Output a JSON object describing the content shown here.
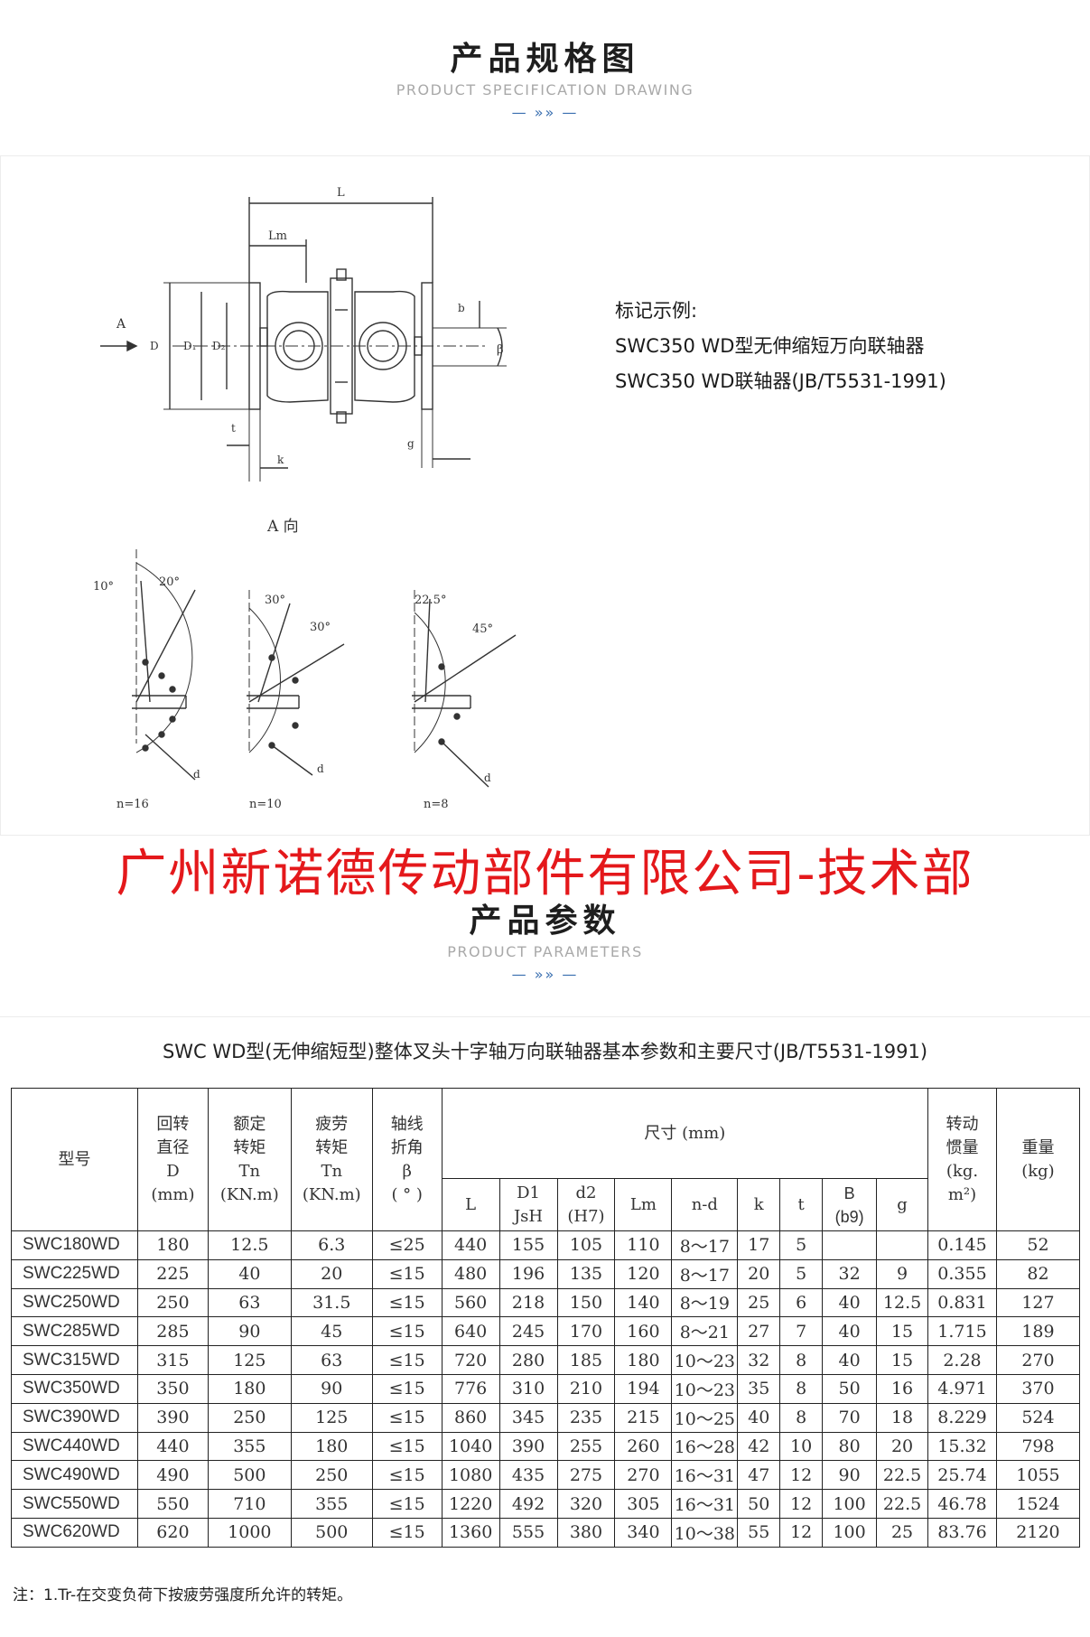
{
  "section1": {
    "title": "产品规格图",
    "subtitle": "PRODUCT SPECIFICATION DRAWING",
    "deco": "— »» —"
  },
  "drawing": {
    "labels": {
      "L": "L",
      "Lm": "Lm",
      "A": "A",
      "D": "D",
      "D1": "D₁",
      "d2": "D₂",
      "b": "b",
      "beta": "β",
      "t": "t",
      "k": "k",
      "g": "g",
      "view": "A  向",
      "ang10": "10°",
      "ang20": "20°",
      "ang30a": "30°",
      "ang30b": "30°",
      "ang225": "22.5°",
      "ang45": "45°",
      "d": "d",
      "D1small": "D₁",
      "n16": "n=16",
      "n10": "n=10",
      "n8": "n=8"
    },
    "example": {
      "heading": "标记示例:",
      "line1": "SWC350 WD型无伸缩短万向联轴器",
      "line2": "SWC350 WD联轴器(JB/T5531-1991)"
    }
  },
  "company": "广州新诺德传动部件有限公司-技术部",
  "section2": {
    "title": "产品参数",
    "subtitle": "PRODUCT PARAMETERS",
    "deco": "— »» —"
  },
  "table": {
    "title": "SWC  WD型(无伸缩短型)整体叉头十字轴万向联轴器基本参数和主要尺寸(JB/T5531-1991)",
    "headers": {
      "model": "型号",
      "dia": [
        "回转",
        "直径",
        "D",
        "(mm)"
      ],
      "rated": [
        "额定",
        "转矩",
        "Tn",
        "(KN.m)"
      ],
      "fatigue": [
        "疲劳",
        "转矩",
        "Tn",
        "(KN.m)"
      ],
      "angle": [
        "轴线",
        "折角",
        "β",
        "( ° )"
      ],
      "dims": "尺寸 (mm)",
      "inertia": [
        "转动",
        "惯量",
        "(kg.",
        "m²)"
      ],
      "weight": [
        "重量",
        "(kg)"
      ],
      "sub": [
        "L",
        "D1 JsH",
        "d2 (H7)",
        "Lm",
        "n-d",
        "k",
        "t",
        "B (b9)",
        "g"
      ]
    },
    "rows": [
      [
        "SWC180WD",
        "180",
        "12.5",
        "6.3",
        "≤25",
        "440",
        "155",
        "105",
        "110",
        "8～17",
        "17",
        "5",
        "",
        "",
        "0.145",
        "52"
      ],
      [
        "SWC225WD",
        "225",
        "40",
        "20",
        "≤15",
        "480",
        "196",
        "135",
        "120",
        "8～17",
        "20",
        "5",
        "32",
        "9",
        "0.355",
        "82"
      ],
      [
        "SWC250WD",
        "250",
        "63",
        "31.5",
        "≤15",
        "560",
        "218",
        "150",
        "140",
        "8～19",
        "25",
        "6",
        "40",
        "12.5",
        "0.831",
        "127"
      ],
      [
        "SWC285WD",
        "285",
        "90",
        "45",
        "≤15",
        "640",
        "245",
        "170",
        "160",
        "8～21",
        "27",
        "7",
        "40",
        "15",
        "1.715",
        "189"
      ],
      [
        "SWC315WD",
        "315",
        "125",
        "63",
        "≤15",
        "720",
        "280",
        "185",
        "180",
        "10～23",
        "32",
        "8",
        "40",
        "15",
        "2.28",
        "270"
      ],
      [
        "SWC350WD",
        "350",
        "180",
        "90",
        "≤15",
        "776",
        "310",
        "210",
        "194",
        "10～23",
        "35",
        "8",
        "50",
        "16",
        "4.971",
        "370"
      ],
      [
        "SWC390WD",
        "390",
        "250",
        "125",
        "≤15",
        "860",
        "345",
        "235",
        "215",
        "10～25",
        "40",
        "8",
        "70",
        "18",
        "8.229",
        "524"
      ],
      [
        "SWC440WD",
        "440",
        "355",
        "180",
        "≤15",
        "1040",
        "390",
        "255",
        "260",
        "16～28",
        "42",
        "10",
        "80",
        "20",
        "15.32",
        "798"
      ],
      [
        "SWC490WD",
        "490",
        "500",
        "250",
        "≤15",
        "1080",
        "435",
        "275",
        "270",
        "16～31",
        "47",
        "12",
        "90",
        "22.5",
        "25.74",
        "1055"
      ],
      [
        "SWC550WD",
        "550",
        "710",
        "355",
        "≤15",
        "1220",
        "492",
        "320",
        "305",
        "16～31",
        "50",
        "12",
        "100",
        "22.5",
        "46.78",
        "1524"
      ],
      [
        "SWC620WD",
        "620",
        "1000",
        "500",
        "≤15",
        "1360",
        "555",
        "380",
        "340",
        "10～38",
        "55",
        "12",
        "100",
        "25",
        "83.76",
        "2120"
      ]
    ],
    "note": "注：1.Tr-在交变负荷下按疲劳强度所允许的转矩。"
  }
}
